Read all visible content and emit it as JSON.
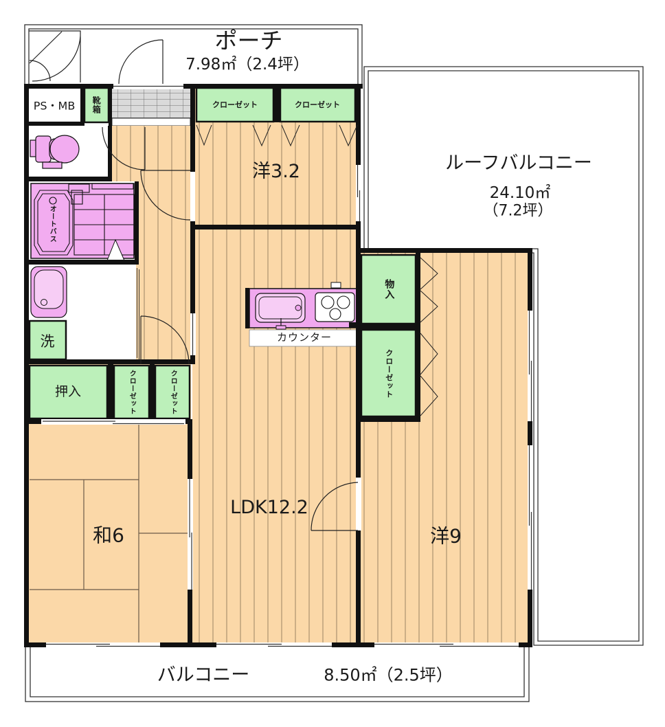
{
  "plan": {
    "porch": {
      "label": "ポーチ",
      "size": "7.98㎡（2.4坪）"
    },
    "roof_balcony": {
      "label": "ルーフバルコニー",
      "area": "24.10㎡",
      "tsubo": "（7.2坪）"
    },
    "balcony": {
      "label": "バルコニー",
      "size": "8.50㎡（2.5坪）"
    },
    "rooms": {
      "ps_mb": "PS・MB",
      "shoe_box": "靴箱",
      "closet_top_left": "クローゼット",
      "closet_top_right": "クローゼット",
      "western_3_2": "洋3.2",
      "auto_bath": "オートバス",
      "laundry": "洗",
      "storage": "物入",
      "closet_right": "クローゼット",
      "oshiire": "押入",
      "closet_mid_left": "クローゼット",
      "closet_mid_right": "クローゼット",
      "japanese_6": "和6",
      "ldk": "LDK12.2",
      "western_9": "洋9",
      "counter": "カウンター"
    },
    "colors": {
      "wall": "#111111",
      "floor": "#FBD8A8",
      "closet_green": "#BCF0BA",
      "fixture_pink": "#F2ACF0",
      "fixture_pink_light": "#F7CDF5",
      "tile_gray": "#DADADA"
    }
  }
}
